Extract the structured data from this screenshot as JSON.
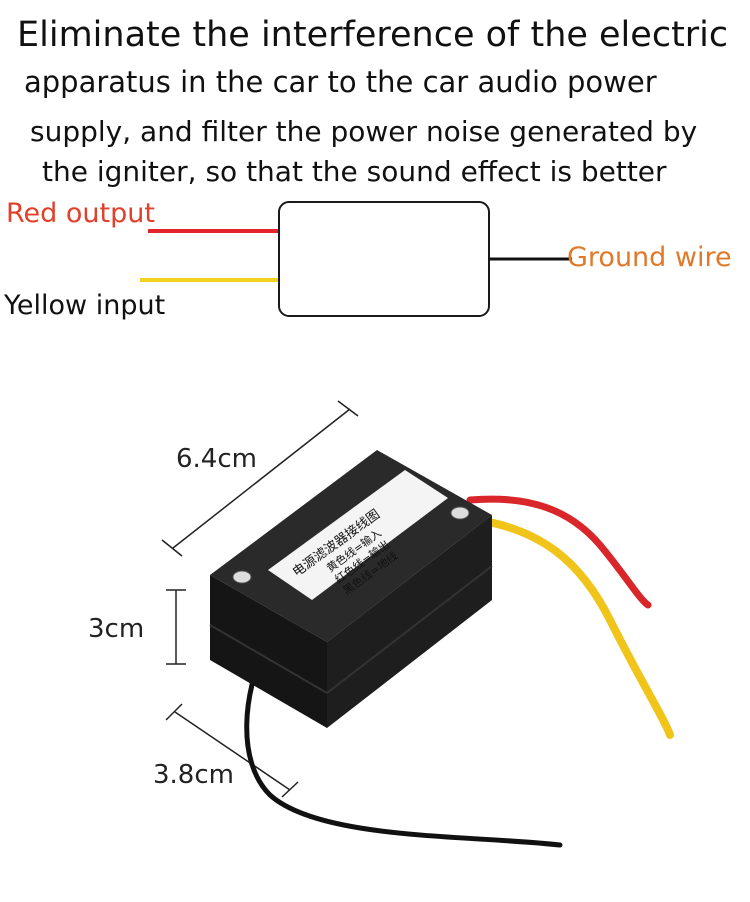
{
  "headline": {
    "line1": "Eliminate the interference of the electric",
    "line2": "apparatus in the car to the car audio power",
    "line3": "supply, and filter the power noise generated by",
    "line4": "the igniter, so that the sound effect is better"
  },
  "wiring_diagram": {
    "red_label": "Red output",
    "yellow_label": "Yellow input",
    "ground_label": "Ground wire"
  },
  "dimensions": {
    "length": "6.4cm",
    "height": "3cm",
    "depth": "3.8cm"
  },
  "product_label": {
    "line1": "电源滤波器接线图",
    "line2": "黄色线=输入",
    "line3": "红色线=输出",
    "line4": "黑色线=地线"
  },
  "colors": {
    "red_wire": "#e3242b",
    "yellow_wire": "#f2d21a",
    "ground_text": "#e07a2a",
    "red_text": "#e0412c",
    "box_body": "#1c1c1c"
  },
  "icons": [
    "filter-box-icon"
  ]
}
